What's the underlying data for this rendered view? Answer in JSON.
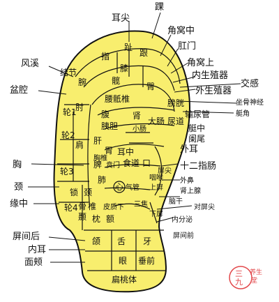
{
  "colors": {
    "ear_fill": "#f8ee6e",
    "outline": "#111111",
    "watermark": "#e2474a"
  },
  "outer_labels": {
    "er_jian": "耳尖",
    "huai": "踝",
    "jiao_wo_zhong": "角窝中",
    "gang_men": "肛门",
    "jiao_wo_shang": "角窝上",
    "nei_sheng_zhi_qi": "内生殖器",
    "jiao_gan": "交感",
    "wai_sheng_zhi_qi": "外生殖器",
    "zuo_gu_shen_jing": "坐骨神经",
    "ting_jiao": "艇角",
    "feng_xi": "风溪",
    "pen_qiang": "盆腔",
    "xiong": "胸",
    "jing": "颈",
    "yuan_zhong": "缘中",
    "wai_er": "外耳",
    "shi_er_zhi_chang": "十二指肠",
    "wai_bi": "外鼻",
    "shen_shang_xian": "肾上腺",
    "nao_gan": "脑干",
    "dui_ping_jian": "对屏尖",
    "nei_fen_mi": "内分泌",
    "ping_jian_qian": "屏间前",
    "ping_jian_hou": "屏间后",
    "nei_er": "内耳",
    "mian_jia": "面颊"
  },
  "ear_labels": {
    "zhi": "指",
    "zhi_2": "趾",
    "gen": "跟",
    "xi": "膝",
    "wan": "腕",
    "jie_jie": "结节",
    "kuan": "髋",
    "yao_di_zhui": "腰骶椎",
    "tun": "臀",
    "pang_guang": "膀胱",
    "shu_niao_guan": "输尿管",
    "lun_1": "轮1",
    "zhou": "肘",
    "lun_2": "轮2",
    "jian": "肩",
    "lun_3": "轮3",
    "lun_4": "轮4",
    "suo": "锁",
    "gu": "骨",
    "zhui": "椎",
    "jing_2": "颈",
    "xiong_zhui": "胸椎",
    "fu": "腹",
    "yi_dan": "胰胆",
    "shen": "肾",
    "xiao_chang": "小肠",
    "da_chang": "大肠",
    "niao_dao": "尿道",
    "ting_zhong": "艇中",
    "lan_wei": "阑尾",
    "gan": "肝",
    "wei": "胃",
    "er_zhong": "耳中",
    "pi": "脾",
    "shi_dao": "食道",
    "ben_men": "贲门",
    "kou": "口",
    "ping_jian": "屏尖",
    "yan_hou": "咽喉",
    "shang_ping": "上屏",
    "fei": "肺",
    "xin": "心",
    "qi_guan": "气管",
    "xia_ping": "下屏",
    "zhen": "枕",
    "pi_zhi_xia": "皮质下",
    "nie": "颞",
    "e": "额",
    "san_jiao": "三焦",
    "he": "颌",
    "she": "舌",
    "ya": "牙",
    "yan": "眼",
    "chui_qian": "垂前",
    "bian_tao_ti": "扁桃体"
  },
  "watermark": {
    "char1": "三",
    "char2": "九",
    "line1": "养生",
    "line2": "堂"
  }
}
